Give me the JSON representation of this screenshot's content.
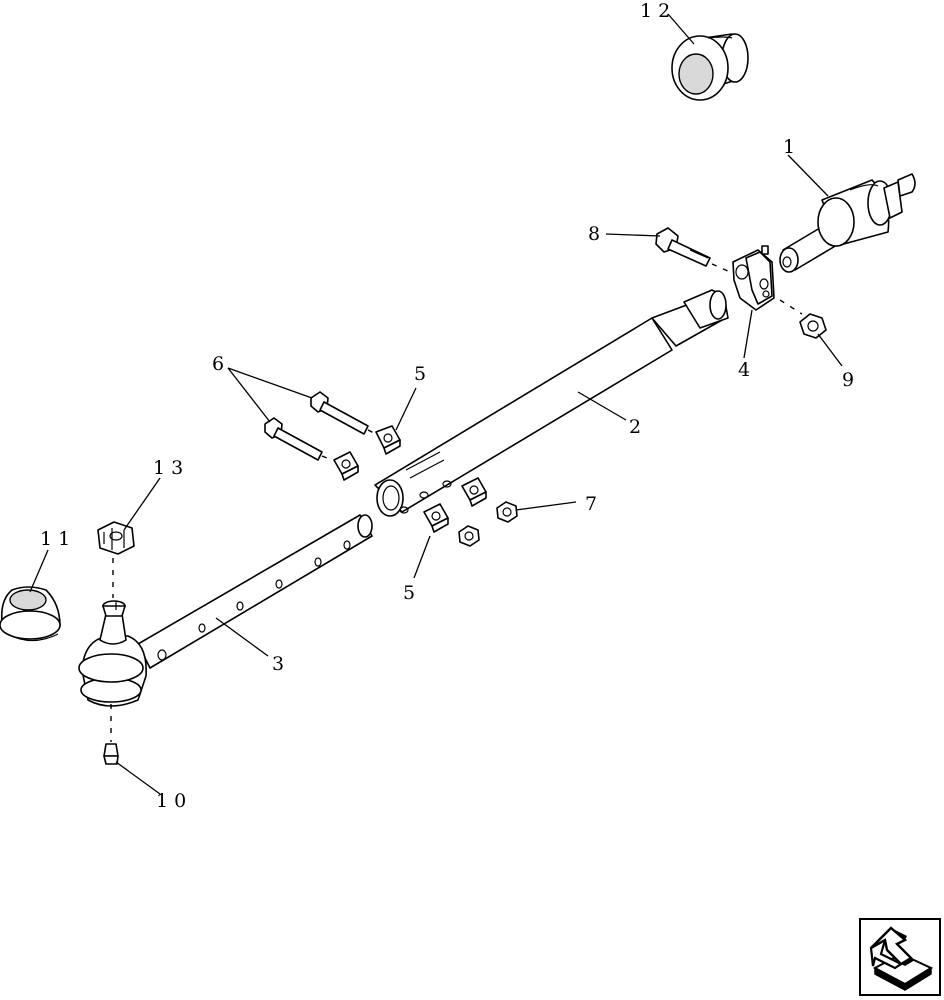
{
  "callouts": {
    "c1": "1",
    "c2": "2",
    "c3": "3",
    "c4": "4",
    "c5a": "5",
    "c5b": "5",
    "c6": "6",
    "c7": "7",
    "c8": "8",
    "c9": "9",
    "c10": "1 0",
    "c11": "1 1",
    "c12": "1 2",
    "c13": "1 3"
  },
  "icons": {
    "nav": "return-arrow-icon"
  }
}
